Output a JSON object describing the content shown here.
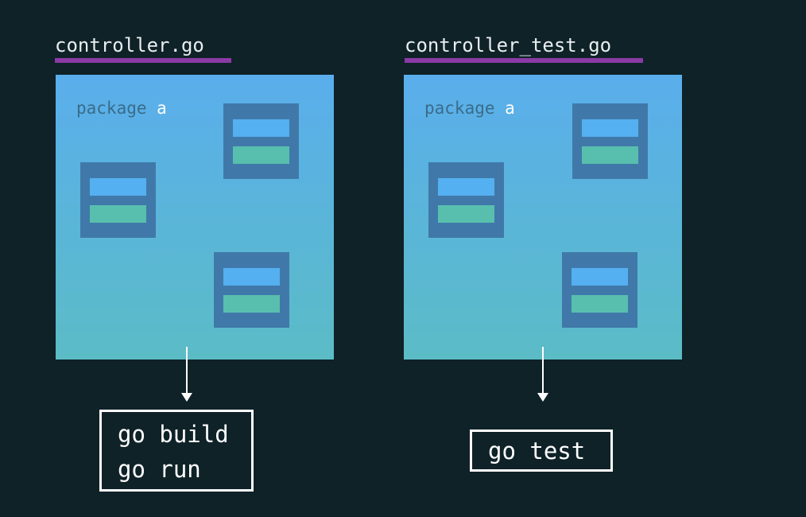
{
  "left": {
    "filename": "controller.go",
    "package_keyword": "package",
    "package_name": "a",
    "commands": [
      "go build",
      "go run"
    ]
  },
  "right": {
    "filename": "controller_test.go",
    "package_keyword": "package",
    "package_name": "a",
    "commands": [
      "go test"
    ]
  },
  "colors": {
    "background": "#0f2228",
    "underline": "#8b3aa6",
    "package_top": "#5aaeec",
    "package_bottom": "#5bbcc6",
    "function_block": "#4079a9",
    "bar_blue": "#54b0f0",
    "bar_teal": "#58bfae"
  }
}
